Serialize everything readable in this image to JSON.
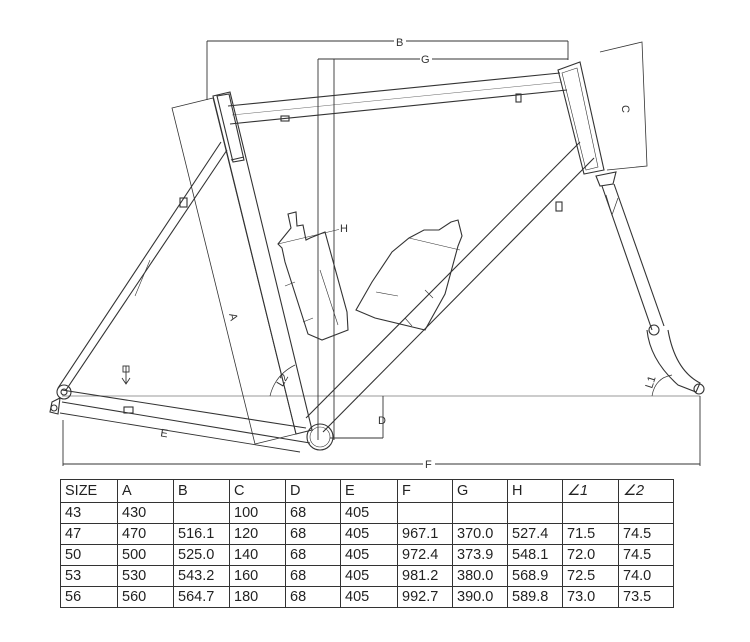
{
  "dimension_labels": {
    "a": "A",
    "b": "B",
    "c": "C",
    "d": "D",
    "e": "E",
    "f": "F",
    "g": "G",
    "h": "H",
    "l1": "L1",
    "l2": "L2"
  },
  "table": {
    "headers": [
      "SIZE",
      "A",
      "B",
      "C",
      "D",
      "E",
      "F",
      "G",
      "H",
      "∠1",
      "∠2"
    ],
    "rows": [
      [
        "43",
        "430",
        "",
        "100",
        "68",
        "405",
        "",
        "",
        "",
        "",
        ""
      ],
      [
        "47",
        "470",
        "516.1",
        "120",
        "68",
        "405",
        "967.1",
        "370.0",
        "527.4",
        "71.5",
        "74.5"
      ],
      [
        "50",
        "500",
        "525.0",
        "140",
        "68",
        "405",
        "972.4",
        "373.9",
        "548.1",
        "72.0",
        "74.5"
      ],
      [
        "53",
        "530",
        "543.2",
        "160",
        "68",
        "405",
        "981.2",
        "380.0",
        "568.9",
        "72.5",
        "74.0"
      ],
      [
        "56",
        "560",
        "564.7",
        "180",
        "68",
        "405",
        "992.7",
        "390.0",
        "589.8",
        "73.0",
        "73.5"
      ]
    ]
  }
}
